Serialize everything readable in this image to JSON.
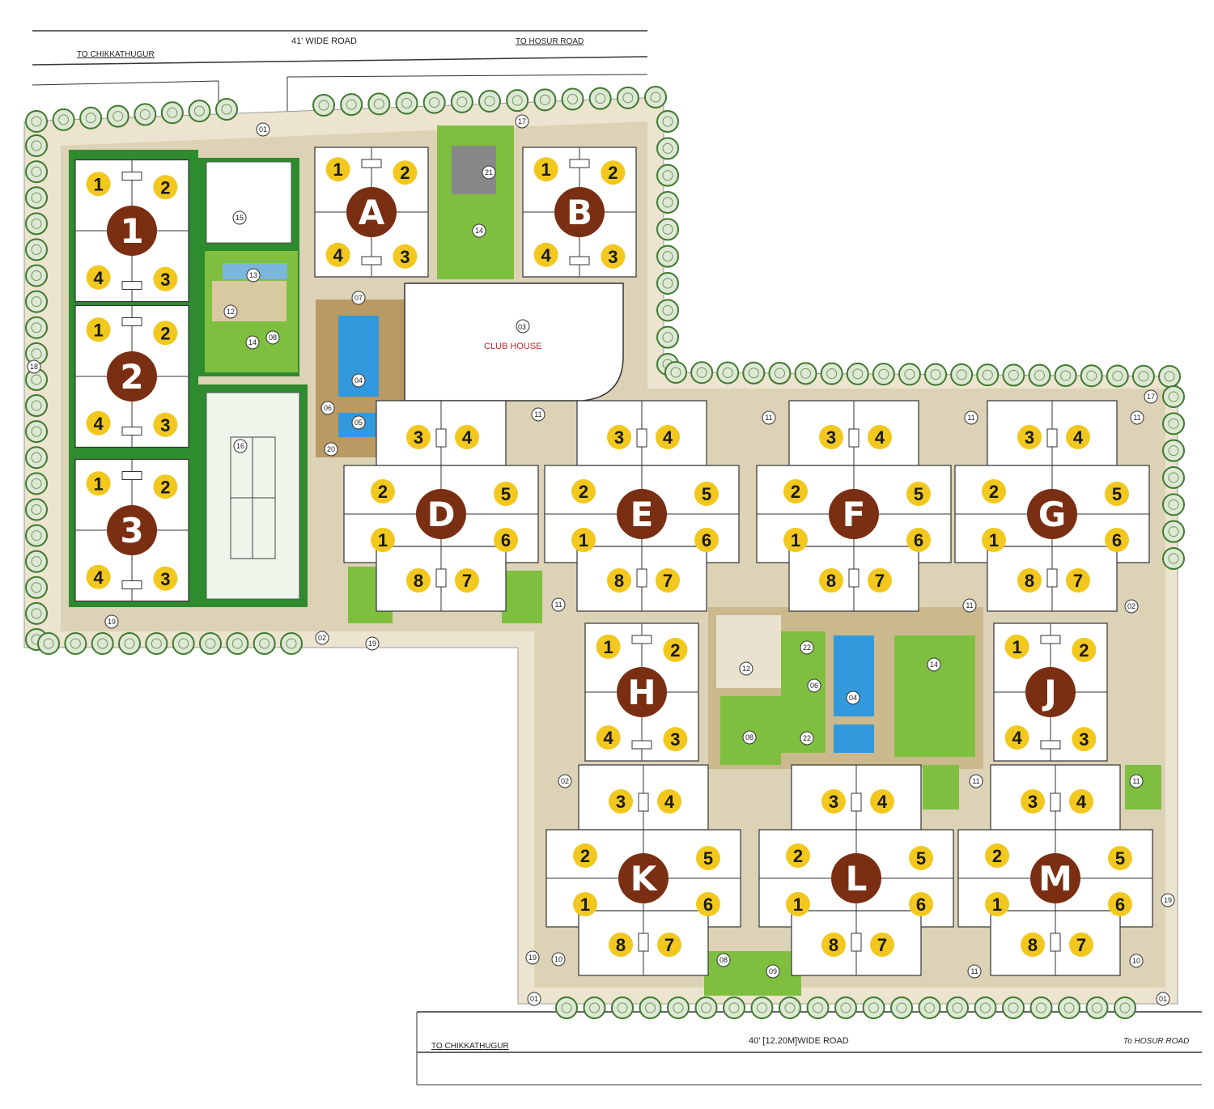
{
  "roads": {
    "top_road": "41' WIDE ROAD",
    "top_left_dir": "TO CHIKKATHUGUR",
    "top_right_dir": "TO HOSUR ROAD",
    "bottom_road": "40' [12.20M]WIDE ROAD",
    "bottom_left_dir": "TO CHIKKATHUGUR",
    "bottom_right_dir": "To HOSUR ROAD"
  },
  "club_house": {
    "label": "CLUB HOUSE",
    "number": "03"
  },
  "colors": {
    "grass": "#7fbf3f",
    "grass_dark": "#2e8b2e",
    "paving": "#d9c9a0",
    "pool": "#3399dd",
    "badge_unit": "#f2c81e",
    "badge_block": "#7a2e12"
  },
  "towers_left": [
    {
      "label": "1",
      "units": [
        "1",
        "2",
        "4",
        "3"
      ]
    },
    {
      "label": "2",
      "units": [
        "1",
        "2",
        "4",
        "3"
      ]
    },
    {
      "label": "3",
      "units": [
        "1",
        "2",
        "4",
        "3"
      ]
    }
  ],
  "blocks_four": [
    {
      "label": "A",
      "units": [
        "1",
        "2",
        "4",
        "3"
      ]
    },
    {
      "label": "B",
      "units": [
        "1",
        "2",
        "4",
        "3"
      ]
    },
    {
      "label": "H",
      "units": [
        "1",
        "2",
        "4",
        "3"
      ]
    },
    {
      "label": "J",
      "units": [
        "1",
        "2",
        "4",
        "3"
      ]
    }
  ],
  "blocks_eight": [
    {
      "label": "D",
      "units": [
        "3",
        "4",
        "2",
        "5",
        "1",
        "6",
        "8",
        "7"
      ]
    },
    {
      "label": "E",
      "units": [
        "3",
        "4",
        "2",
        "5",
        "1",
        "6",
        "8",
        "7"
      ]
    },
    {
      "label": "F",
      "units": [
        "3",
        "4",
        "2",
        "5",
        "1",
        "6",
        "8",
        "7"
      ]
    },
    {
      "label": "G",
      "units": [
        "3",
        "4",
        "2",
        "5",
        "1",
        "6",
        "8",
        "7"
      ]
    },
    {
      "label": "K",
      "units": [
        "3",
        "4",
        "2",
        "5",
        "1",
        "6",
        "8",
        "7"
      ]
    },
    {
      "label": "L",
      "units": [
        "3",
        "4",
        "2",
        "5",
        "1",
        "6",
        "8",
        "7"
      ]
    },
    {
      "label": "M",
      "units": [
        "3",
        "4",
        "2",
        "5",
        "1",
        "6",
        "8",
        "7"
      ]
    }
  ],
  "amenity_markers": [
    "01",
    "17",
    "21",
    "14",
    "15",
    "13",
    "12",
    "14",
    "08",
    "07",
    "03",
    "04",
    "05",
    "06",
    "20",
    "16",
    "11",
    "11",
    "11",
    "11",
    "11",
    "17",
    "02",
    "19",
    "19",
    "18",
    "22",
    "12",
    "06",
    "04",
    "22",
    "08",
    "14",
    "02",
    "11",
    "11",
    "10",
    "08",
    "09",
    "11",
    "10",
    "19",
    "01",
    "01",
    "19",
    "02",
    "11"
  ]
}
